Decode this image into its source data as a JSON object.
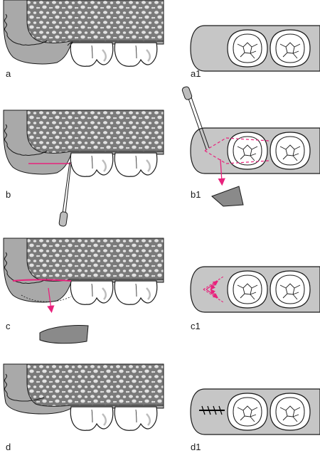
{
  "panels": {
    "a": {
      "label": "a"
    },
    "a1": {
      "label": "a1"
    },
    "b": {
      "label": "b"
    },
    "b1": {
      "label": "b1"
    },
    "c": {
      "label": "c"
    },
    "c1": {
      "label": "c1"
    },
    "d": {
      "label": "d"
    },
    "d1": {
      "label": "d1"
    }
  },
  "colors": {
    "bone_dark": "#7a7a7a",
    "bone_light": "#d0d0d0",
    "gingiva": "#a9a9a9",
    "incision": "#e8227c",
    "outline": "#1a1a1a",
    "tooth": "#ffffff",
    "suture": "#000000"
  },
  "icons": {
    "scalpel": "scalpel-icon",
    "wedge": "tissue-wedge-icon",
    "arrow": "pink-arrow-icon",
    "suture": "suture-icon"
  }
}
